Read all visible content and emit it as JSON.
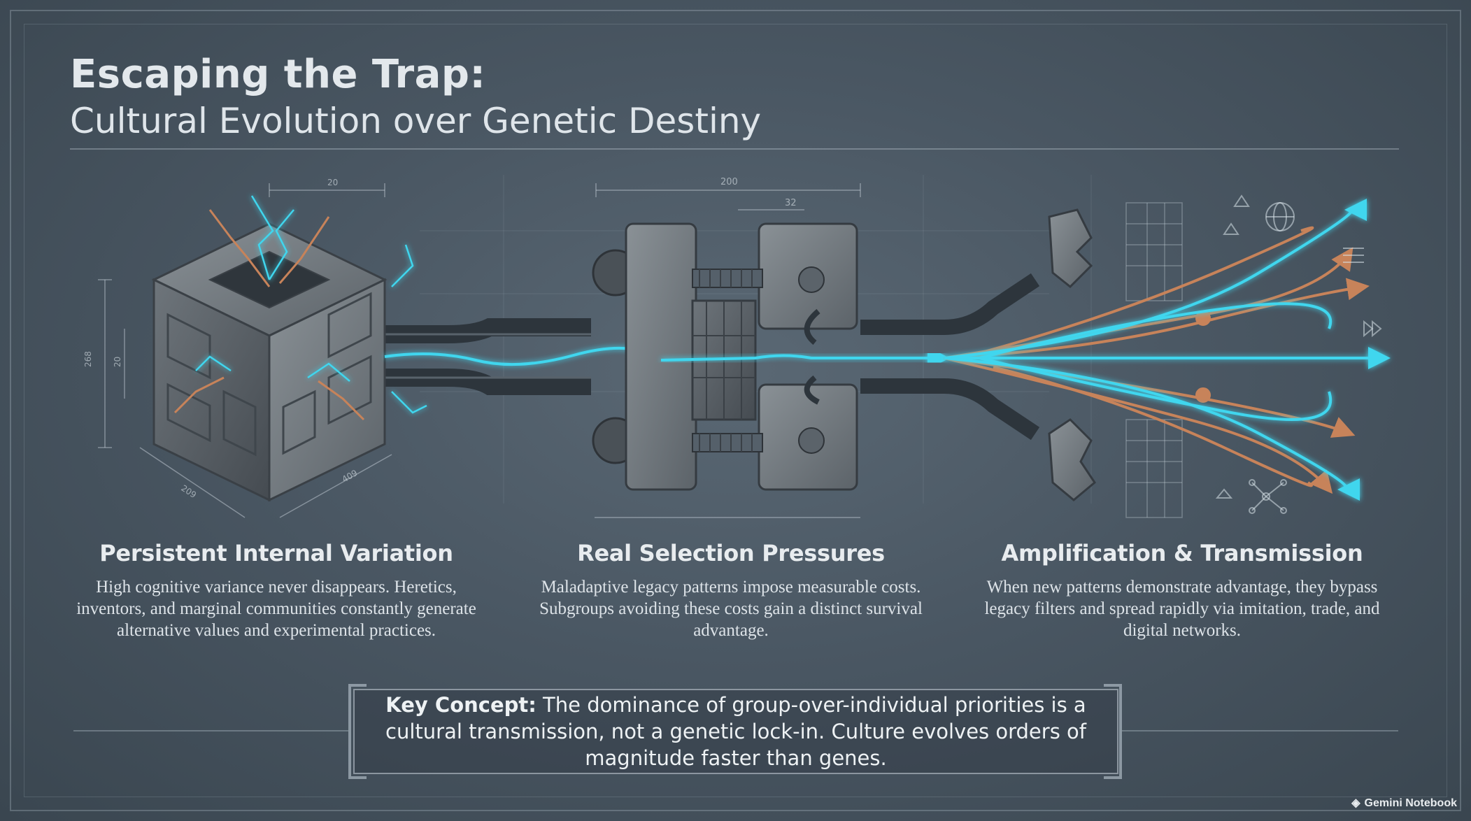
{
  "title": {
    "main": "Escaping the Trap:",
    "sub": "Cultural Evolution over Genetic Destiny"
  },
  "dimensions": {
    "cube_top": "20",
    "cube_height": "268",
    "cube_height_inner": "20",
    "cube_bottom_left": "209",
    "cube_bottom_right": "409",
    "vise_width": "200",
    "vise_gap": "32"
  },
  "stages": [
    {
      "heading": "Persistent Internal Variation",
      "body": "High cognitive variance never disappears. Heretics, inventors, and marginal communities constantly generate alternative values and experimental practices."
    },
    {
      "heading": "Real Selection Pressures",
      "body": "Maladaptive legacy patterns impose measurable costs. Subgroups avoiding these costs gain a distinct survival advantage."
    },
    {
      "heading": "Amplification & Transmission",
      "body": "When new patterns demonstrate advantage, they bypass legacy filters and spread rapidly via imitation, trade, and digital networks."
    }
  ],
  "key_concept": {
    "label": "Key Concept:",
    "text": " The dominance of group-over-individual priorities is a cultural transmission, not a genetic lock-in. Culture evolves orders of magnitude faster than genes."
  },
  "watermark": "Gemini Notebook",
  "colors": {
    "cyan": "#3fd6ee",
    "copper": "#c7835a",
    "stone": "#7b8288",
    "background": "#4a5763"
  }
}
